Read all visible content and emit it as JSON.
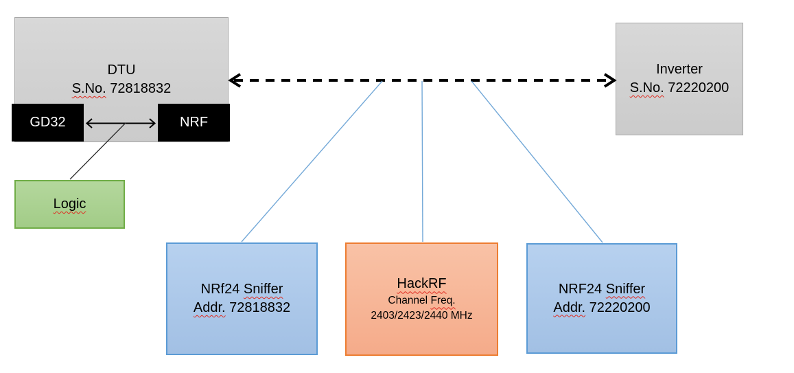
{
  "diagram": {
    "nodes": {
      "dtu": {
        "title": "DTU",
        "serial_label": "S.No.",
        "serial_value": "72818832"
      },
      "gd32": {
        "label": "GD32"
      },
      "nrf": {
        "label": "NRF"
      },
      "logic": {
        "label": "Logic"
      },
      "inverter": {
        "title": "Inverter",
        "serial_label": "S.No.",
        "serial_value": "72220200"
      },
      "sniffer_left": {
        "title_word1": "NRf24",
        "title_word2": "Sniffer",
        "addr_label": "Addr.",
        "addr_value": "72818832"
      },
      "hackrf": {
        "title": "HackRF",
        "freq_word1": "Channel",
        "freq_word2": "Freq.",
        "freq_values": "2403/2423/2440 MHz"
      },
      "sniffer_right": {
        "title_word1": "NRF24",
        "title_word2": "Sniffer",
        "addr_label": "Addr.",
        "addr_value": "72220200"
      }
    },
    "colors": {
      "gray_fill": "#d1d1d1",
      "gray_border": "#a6a6a6",
      "blue_fill": "#aac7e8",
      "blue_border": "#5b9bd5",
      "orange_fill": "#f8b698",
      "orange_border": "#ed7d31",
      "green_fill": "#a9d18e",
      "green_border": "#70ad47",
      "chip_fill": "#000000",
      "chip_text": "#ffffff",
      "connector_blue": "#74a9d8",
      "arrow_black": "#000000",
      "squiggle_red": "#e02b20",
      "background": "#ffffff"
    }
  }
}
